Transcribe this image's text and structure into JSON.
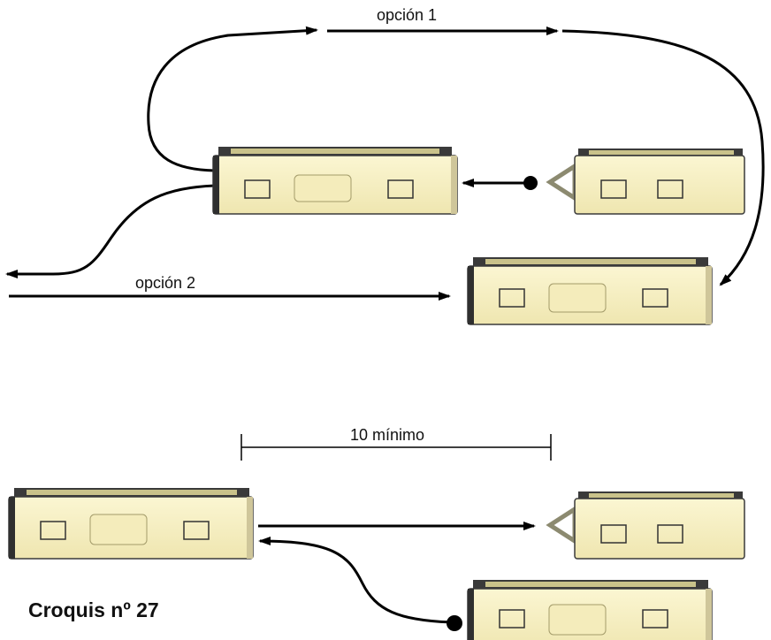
{
  "labels": {
    "option1": "opción 1",
    "option2": "opción 2",
    "distance": "10 mínimo",
    "caption": "Croquis nº 27"
  },
  "vehicles": [
    {
      "name": "car-middle-top",
      "kind": "car"
    },
    {
      "name": "car-right-coupled-top",
      "kind": "car-with-coupler"
    },
    {
      "name": "car-right-bottom-section1",
      "kind": "car"
    },
    {
      "name": "car-left-section2",
      "kind": "car"
    },
    {
      "name": "car-right-coupled-section2",
      "kind": "car-with-coupler"
    },
    {
      "name": "car-bottom-right-section2",
      "kind": "car"
    }
  ],
  "colors": {
    "car_body": "#f7f0c2",
    "car_roof": "#c9c28a",
    "car_dark": "#2f2f2f",
    "line": "#000000",
    "coupler": "#8c8a70"
  }
}
